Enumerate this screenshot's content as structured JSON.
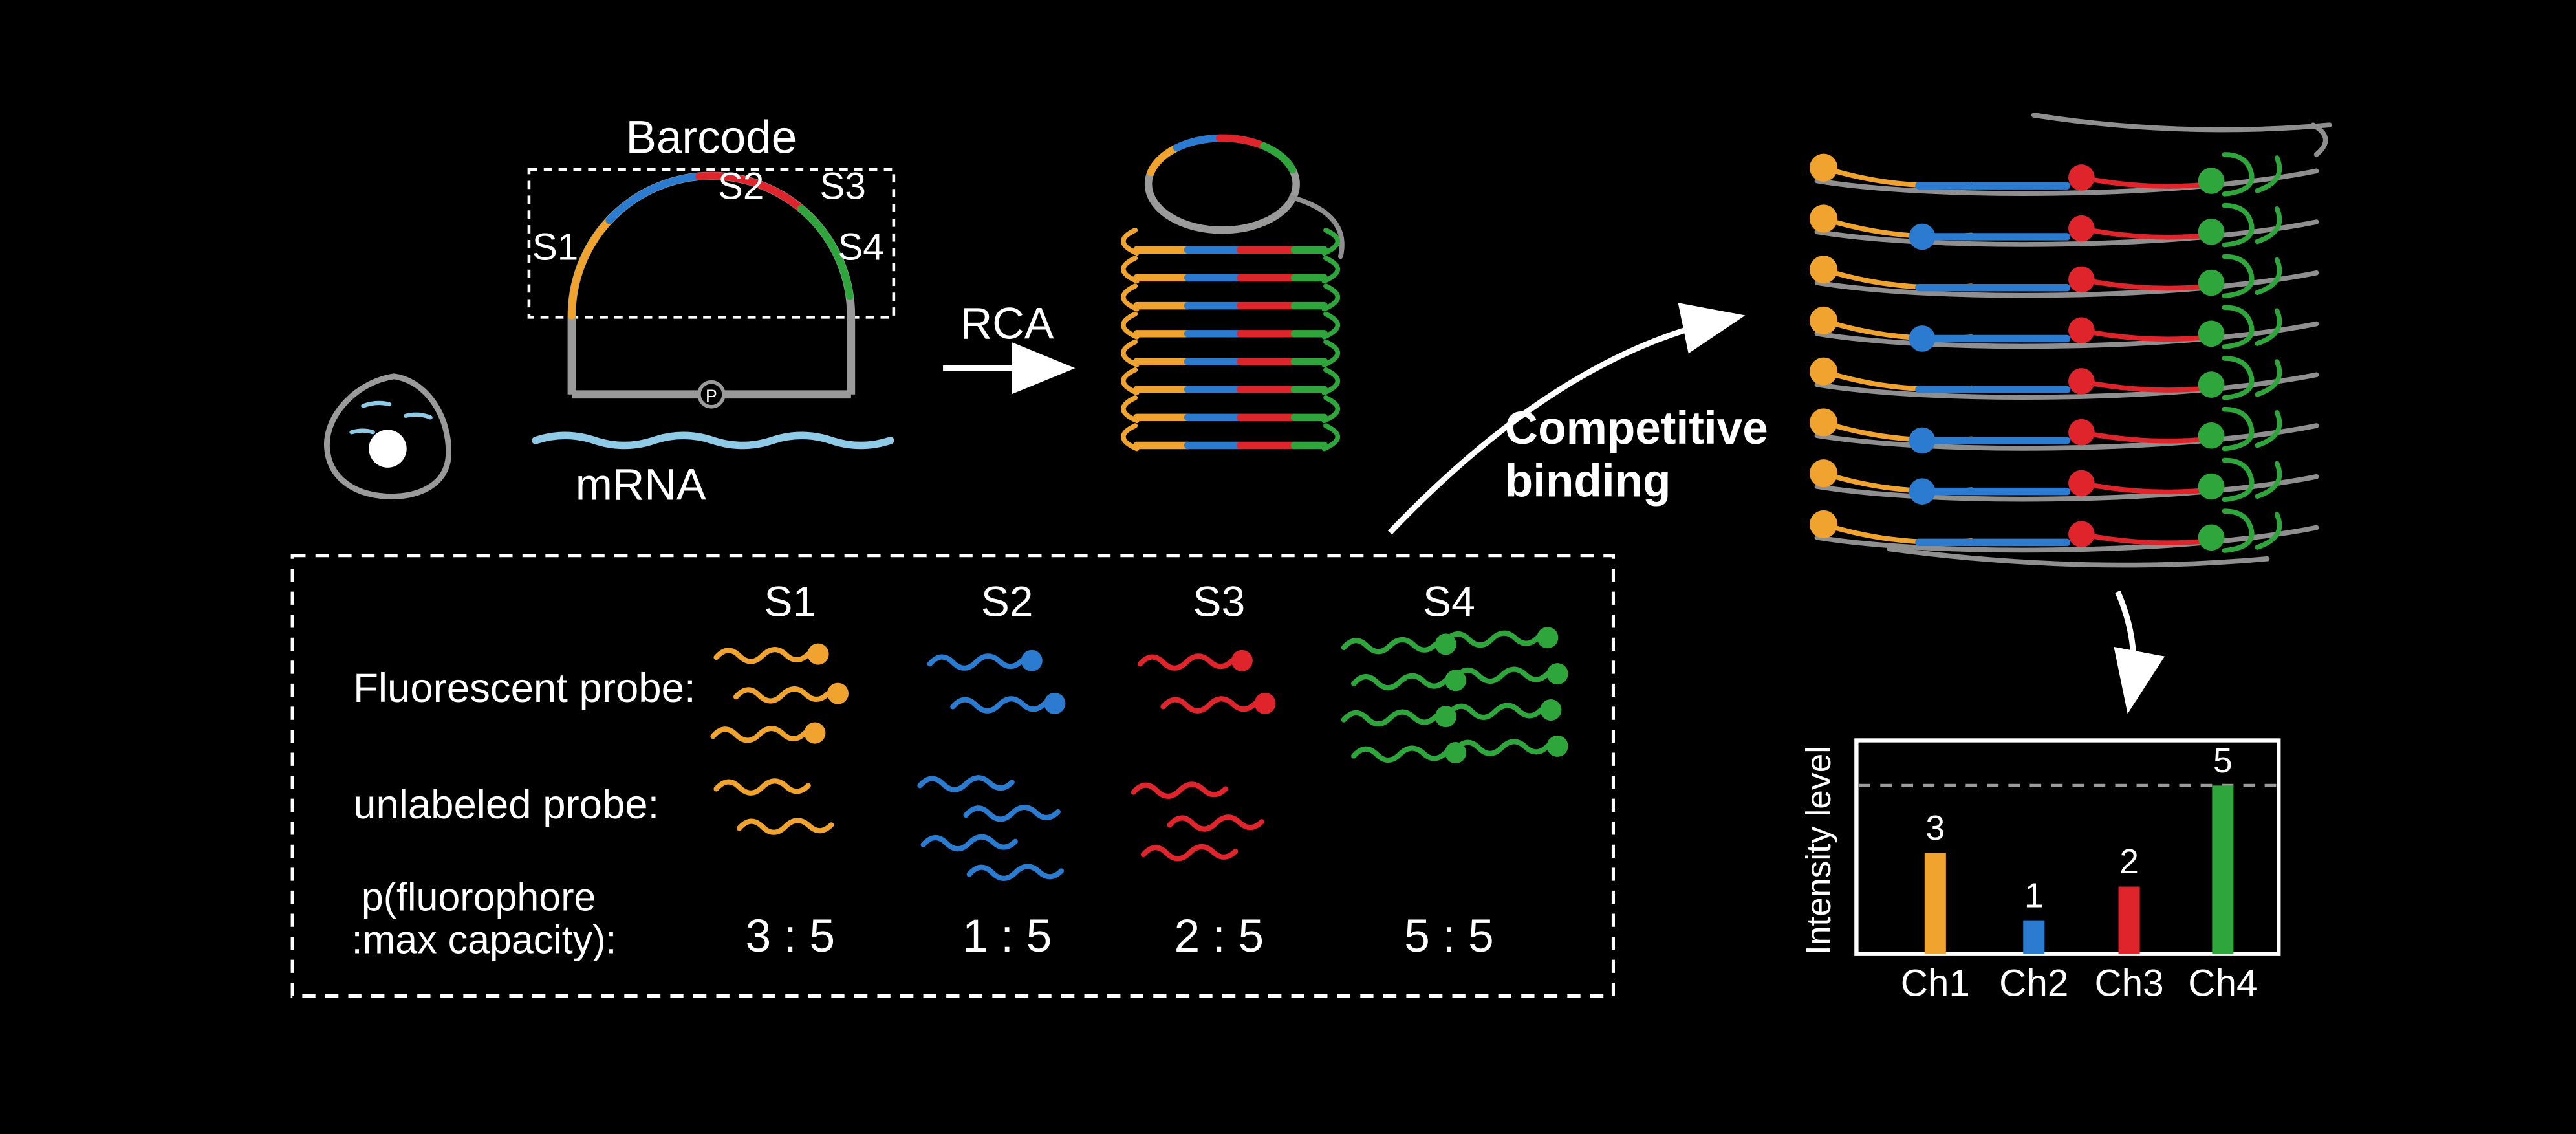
{
  "colors": {
    "yellow": "#F0A32F",
    "blue": "#2B7CD0",
    "red": "#E0242B",
    "green": "#2EA63B",
    "light_blue": "#8FCAE7",
    "gray": "#9A9A9A",
    "background": "#000000",
    "text": "#FFFFFF"
  },
  "barcode": {
    "title": "Barcode",
    "segments": [
      "S1",
      "S2",
      "S3",
      "S4"
    ],
    "phosphate": "P",
    "mrna_label": "mRNA"
  },
  "rca": {
    "label": "RCA"
  },
  "competitive_binding": {
    "line1": "Competitive",
    "line2": "binding"
  },
  "probe_panel": {
    "columns": [
      "S1",
      "S2",
      "S3",
      "S4"
    ],
    "row_fluorescent": "Fluorescent probe:",
    "row_unlabeled": "unlabeled probe:",
    "row_ratio_line1": "p(fluorophore",
    "row_ratio_line2": ":max capacity):",
    "ratios": [
      "3 : 5",
      "1 : 5",
      "2 : 5",
      "5 : 5"
    ]
  },
  "intensity_chart": {
    "ylabel": "Intensity level",
    "channels": [
      "Ch1",
      "Ch2",
      "Ch3",
      "Ch4"
    ],
    "values": [
      3,
      1,
      2,
      5
    ],
    "value_labels": [
      "3",
      "1",
      "2",
      "5"
    ],
    "max_level": 5
  },
  "chart_data": {
    "type": "bar",
    "title": "",
    "categories": [
      "Ch1",
      "Ch2",
      "Ch3",
      "Ch4"
    ],
    "values": [
      3,
      1,
      2,
      5
    ],
    "xlabel": "",
    "ylabel": "Intensity level",
    "ylim": [
      0,
      5
    ],
    "grid": false,
    "legend": "none",
    "annotations": [
      "dashed reference line at max intensity level 5"
    ],
    "bar_colors": [
      "#F0A32F",
      "#2B7CD0",
      "#E0242B",
      "#2EA63B"
    ]
  }
}
